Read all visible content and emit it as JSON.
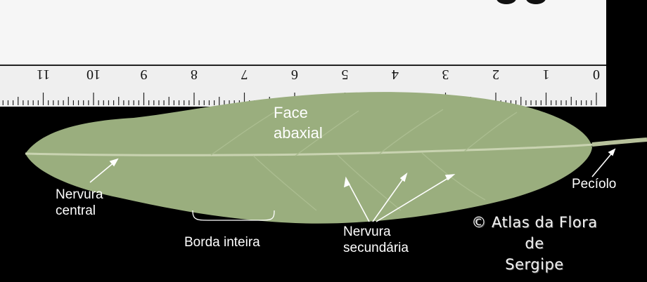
{
  "photo": {
    "credit_lines": [
      "© Atlas da Flora",
      "de",
      "Sergipe"
    ],
    "colors": {
      "background": "#000000",
      "leaf": "#9aae7e",
      "ruler": "#f4f4f4",
      "text": "#ffffff"
    }
  },
  "ruler": {
    "numbers": [
      "0",
      "1",
      "2",
      "3",
      "4",
      "5",
      "6",
      "7",
      "8",
      "9",
      "10",
      "11"
    ]
  },
  "labels": {
    "face": [
      "Face",
      "abaxial"
    ],
    "central_vein": [
      "Nervura",
      "central"
    ],
    "edge": "Borda inteira",
    "secondary_vein": [
      "Nervura",
      "secundária"
    ],
    "petiole": "Pecíolo"
  }
}
